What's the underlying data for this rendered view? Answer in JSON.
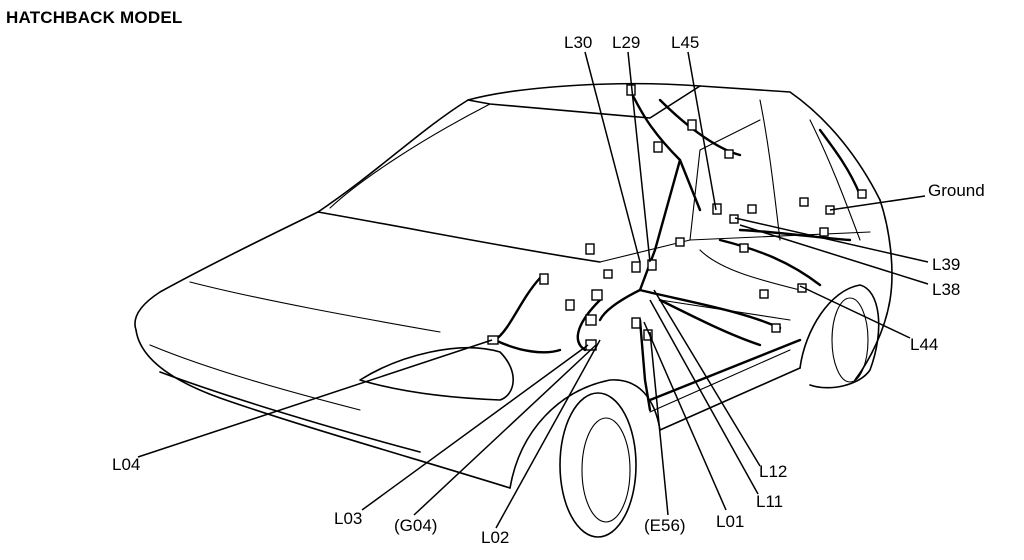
{
  "title": "HATCHBACK MODEL",
  "labels": {
    "l30": "L30",
    "l29": "L29",
    "l45": "L45",
    "ground": "Ground",
    "l39": "L39",
    "l38": "L38",
    "l44": "L44",
    "l04": "L04",
    "l03": "L03",
    "g04": "(G04)",
    "l02": "L02",
    "e56": "(E56)",
    "l01": "L01",
    "l11": "L11",
    "l12": "L12"
  }
}
